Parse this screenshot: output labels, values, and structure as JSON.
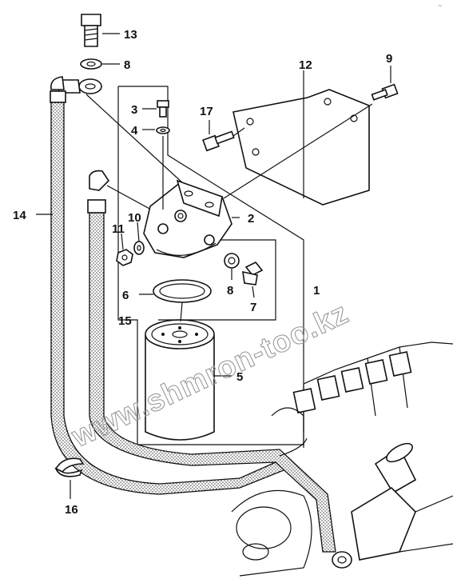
{
  "watermark": "www.shmron-too.kz",
  "corner_mark": "~",
  "labels": [
    {
      "id": "13",
      "name": "callout-13"
    },
    {
      "id": "8",
      "name": "callout-8-top"
    },
    {
      "id": "9",
      "name": "callout-9"
    },
    {
      "id": "12",
      "name": "callout-12"
    },
    {
      "id": "3",
      "name": "callout-3"
    },
    {
      "id": "4",
      "name": "callout-4"
    },
    {
      "id": "17",
      "name": "callout-17"
    },
    {
      "id": "14",
      "name": "callout-14"
    },
    {
      "id": "2",
      "name": "callout-2"
    },
    {
      "id": "10",
      "name": "callout-10"
    },
    {
      "id": "11",
      "name": "callout-11"
    },
    {
      "id": "1",
      "name": "callout-1"
    },
    {
      "id": "6",
      "name": "callout-6"
    },
    {
      "id": "8",
      "name": "callout-8-lower"
    },
    {
      "id": "7",
      "name": "callout-7"
    },
    {
      "id": "15",
      "name": "callout-15"
    },
    {
      "id": "5",
      "name": "callout-5"
    },
    {
      "id": "16",
      "name": "callout-16"
    }
  ]
}
